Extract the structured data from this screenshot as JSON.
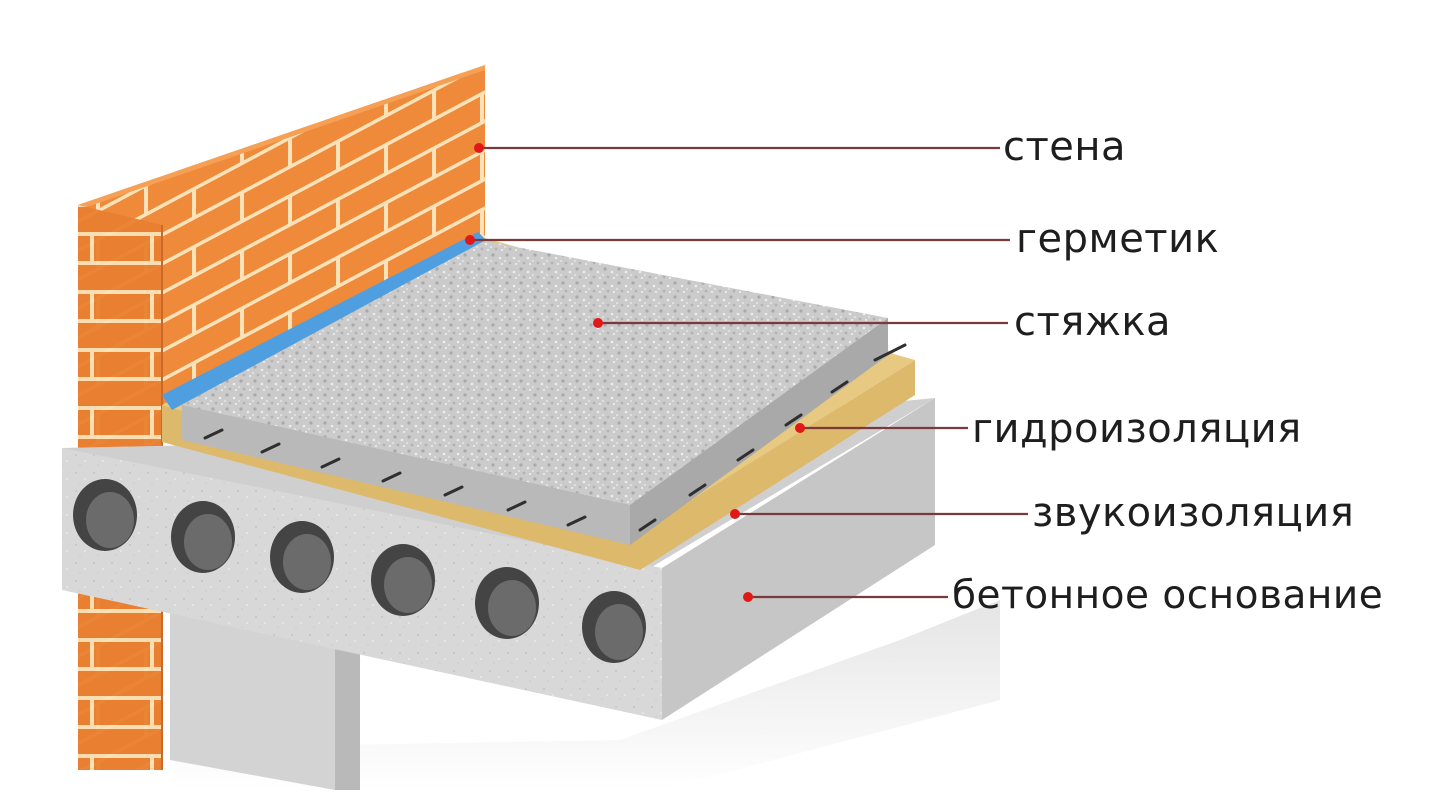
{
  "diagram": {
    "layers": [
      {
        "id": "wall",
        "label": "стена"
      },
      {
        "id": "sealant",
        "label": "герметик"
      },
      {
        "id": "screed",
        "label": "стяжка"
      },
      {
        "id": "waterproofing",
        "label": "гидроизоляция"
      },
      {
        "id": "soundproofing",
        "label": "звукоизоляция"
      },
      {
        "id": "concrete-base",
        "label": "бетонное основание"
      }
    ]
  },
  "colors": {
    "brick": "#ee8a3a",
    "brick_dark": "#d97428",
    "mortar": "#fbe2b8",
    "sealant": "#4f9fe0",
    "screed": "#c9c9c9",
    "insulation": "#e8c982",
    "insulation_front": "#ddb96b",
    "concrete": "#d9d9d9",
    "leader": "#7a3a3a",
    "marker": "#e01818"
  }
}
